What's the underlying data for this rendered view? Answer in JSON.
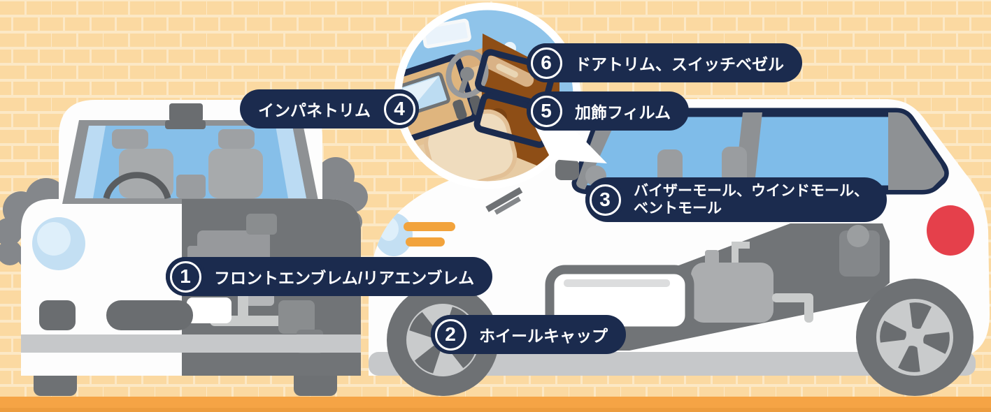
{
  "callouts": [
    {
      "number": "1",
      "label": "フロントエンブレム/リアエンブレム"
    },
    {
      "number": "2",
      "label": "ホイールキャップ"
    },
    {
      "number": "3",
      "label_line1": "バイザーモール、ウインドモール、",
      "label_line2": "ベントモール"
    },
    {
      "number": "4",
      "label": "インパネトリム"
    },
    {
      "number": "5",
      "label": "加飾フィルム"
    },
    {
      "number": "6",
      "label": "ドアトリム、スイッチベゼル"
    }
  ],
  "colors": {
    "callout_navy": "#1B2B4E",
    "brick": "#FBD9A1",
    "brick_mortar": "#FCE8C5",
    "ground_orange": "#F5A445",
    "window_blue": "#7FBCE9",
    "windshield_blue": "#86BFE9",
    "headlight_blue": "#C3DFF3",
    "taillight_red": "#E5404B",
    "speed_line_orange": "#F2A33C",
    "car_body_white": "#FDFDFD",
    "cutaway_gray": "#717477",
    "pillar_gray": "#8E9194",
    "interior_tan": "#E4C294",
    "door_brown": "#8E4E16"
  }
}
